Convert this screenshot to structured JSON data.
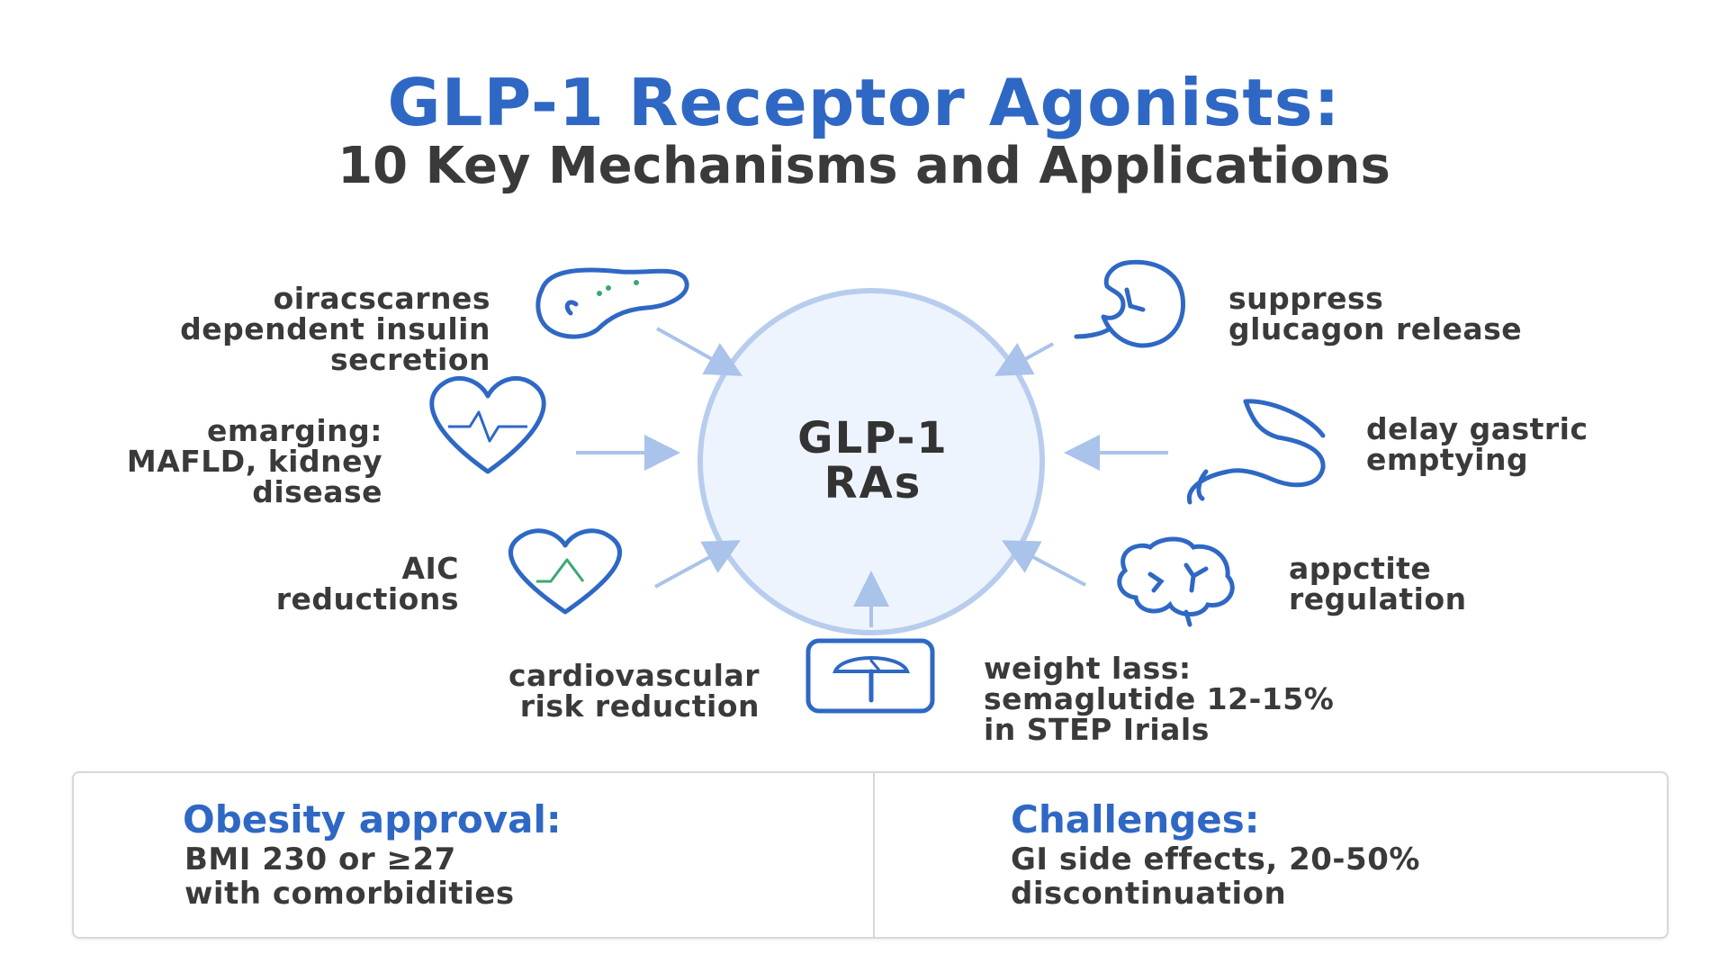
{
  "title": "GLP-1 Receptor Agonists:",
  "subtitle": "10 Key Mechanisms and Applications",
  "center": {
    "label": "GLP-1\nRAs"
  },
  "colors": {
    "accent": "#2f68c4",
    "text": "#3a3a3a",
    "arrow": "#a9c3ea",
    "center_fill": "#eef4fd",
    "center_stroke": "#b8cdee",
    "green_accent": "#3aa872"
  },
  "nodes": [
    {
      "id": "insulin",
      "label": "oiracscarnes\ndependent insulin\nsecretion",
      "icon": "pancreas-icon"
    },
    {
      "id": "glucagon",
      "label": "suppress\nglucagon release",
      "icon": "liver-icon"
    },
    {
      "id": "emerging",
      "label": "emarging:\nMAFLD, kidney\ndisease",
      "icon": "heart-pulse-icon"
    },
    {
      "id": "gastric",
      "label": "delay gastric\nemptying",
      "icon": "stomach-icon"
    },
    {
      "id": "a1c",
      "label": "AIC\nreductions",
      "icon": "heart-chart-icon"
    },
    {
      "id": "appetite",
      "label": "appctite\nregulation",
      "icon": "brain-icon"
    },
    {
      "id": "cardio",
      "label": "cardiovascular\nrisk reduction",
      "icon": ""
    },
    {
      "id": "weight",
      "label": "weight lass:\nsemaglutide 12-15%\nin STEP Irials",
      "icon": "scale-icon"
    }
  ],
  "panels": {
    "left": {
      "heading": "Obesity approval:",
      "text": "BMI 230 or ≥27\nwith comorbidities"
    },
    "right": {
      "heading": "Challenges:",
      "text": "GI side effects, 20-50%\ndiscontinuation"
    }
  }
}
